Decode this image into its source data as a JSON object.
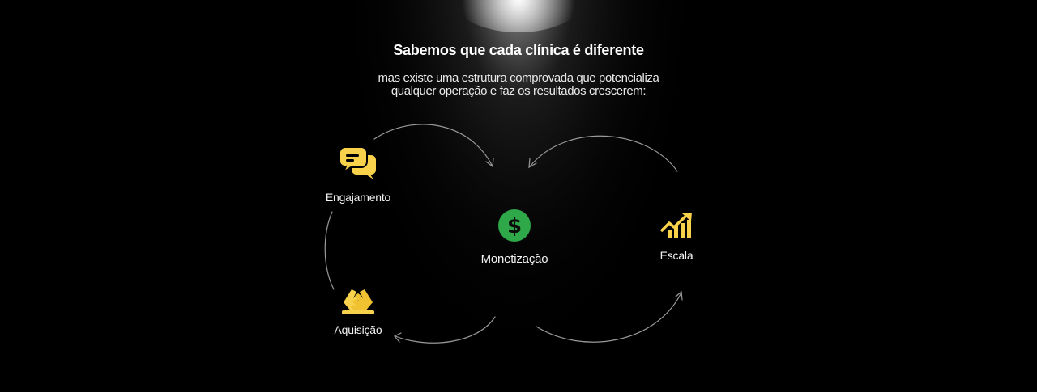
{
  "header": {
    "title": "Sabemos que cada clínica é diferente",
    "subtitle_line1": "mas existe uma estrutura comprovada que potencializa",
    "subtitle_line2": "qualquer operação e faz os resultados crescerem:"
  },
  "diagram": {
    "nodes": [
      {
        "id": "engajamento",
        "label": "Engajamento",
        "icon": "chat-bubbles-icon"
      },
      {
        "id": "aquisicao",
        "label": "Aquisição",
        "icon": "handshake-icon"
      },
      {
        "id": "monetizacao",
        "label": "Monetização",
        "icon": "dollar-circle-icon"
      },
      {
        "id": "escala",
        "label": "Escala",
        "icon": "growth-chart-icon"
      }
    ]
  },
  "colors": {
    "background": "#000000",
    "icon_yellow": "#f7d24a",
    "icon_green": "#2fa84a",
    "arc": "#9a9a9a"
  }
}
